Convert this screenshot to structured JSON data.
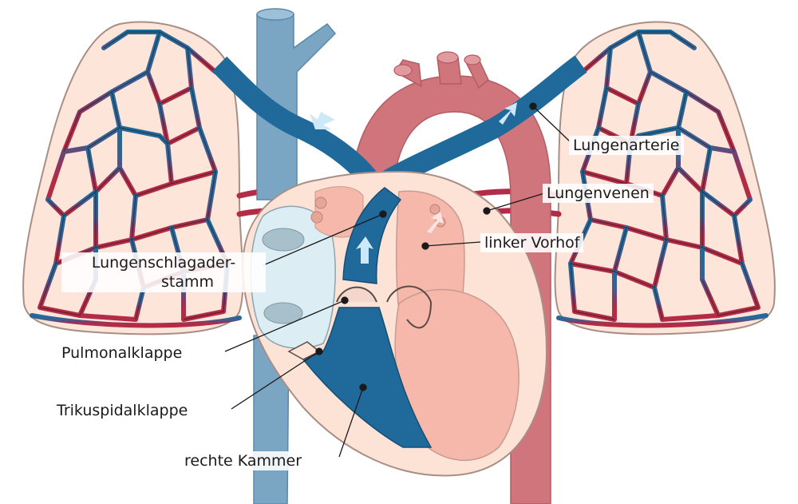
{
  "labels": {
    "pulmonary_artery": "Lungenarterie",
    "pulmonary_veins": "Lungenvenen",
    "left_atrium": "linker Vorhof",
    "pulmonary_trunk_line1": "Lungenschlagader-",
    "pulmonary_trunk_line2": "stamm",
    "pulmonary_valve": "Pulmonalklappe",
    "tricuspid_valve": "Trikuspidalklappe",
    "right_ventricle": "rechte Kammer"
  },
  "colors": {
    "deoxygenated_blood": "#1f6a9b",
    "oxygenated_blood": "#b32b47",
    "aorta": "#d1757c",
    "vena_cava": "#7aa6c4",
    "lung_tissue": "#fde5d9",
    "heart_wall": "#fde3d6",
    "left_atrium_fill": "#f5b8aa",
    "right_atrium_fill": "#dceef3",
    "flow_arrow": "#cde8f6"
  }
}
